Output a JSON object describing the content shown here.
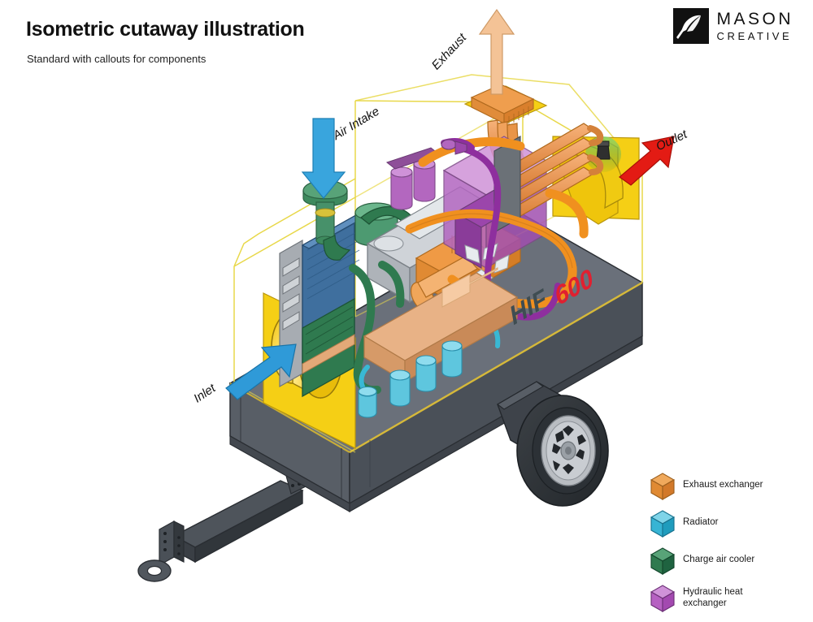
{
  "header": {
    "title": "Isometric cutaway illustration",
    "subtitle": "Standard with callouts for components"
  },
  "logo": {
    "mark_icon": "quill-pen-icon",
    "line1": "MASON",
    "line2": "CREATIVE"
  },
  "illustration": {
    "subject": "HIF600 towable heat exchanger unit - isometric cutaway",
    "branding": {
      "prefix": "HIF",
      "prefix_color": "#3f4d52",
      "number": "600",
      "number_color": "#e02030"
    },
    "enclosure_wireframe_color": "#e8d84a",
    "body_color": "#5a6068",
    "callouts": [
      {
        "id": "exhaust",
        "label": "Exhaust",
        "arrow_color": "#f4c396",
        "arrow_direction": "up"
      },
      {
        "id": "air-intake",
        "label": "Air Intake",
        "arrow_color": "#39a5dd",
        "arrow_direction": "down"
      },
      {
        "id": "outlet",
        "label": "Outlet",
        "arrow_color": "#e31b14",
        "arrow_direction": "up-right"
      },
      {
        "id": "inlet",
        "label": "Inlet",
        "arrow_color": "#2f9ad8",
        "arrow_direction": "up-right"
      }
    ]
  },
  "legend": {
    "items": [
      {
        "label": "Exhaust exchanger",
        "top": "#f0a95c",
        "left": "#e08a33",
        "right": "#d2792a",
        "two_line": false
      },
      {
        "label": "Radiator",
        "top": "#7fd4e8",
        "left": "#37b4d4",
        "right": "#1f9cbd",
        "two_line": false
      },
      {
        "label": "Charge air cooler",
        "top": "#58a378",
        "left": "#2f7a4f",
        "right": "#1f6340",
        "two_line": false
      },
      {
        "label": "Hydraulic heat exchanger",
        "top": "#cf92d8",
        "left": "#b661c2",
        "right": "#a349b0",
        "two_line": true
      }
    ]
  }
}
